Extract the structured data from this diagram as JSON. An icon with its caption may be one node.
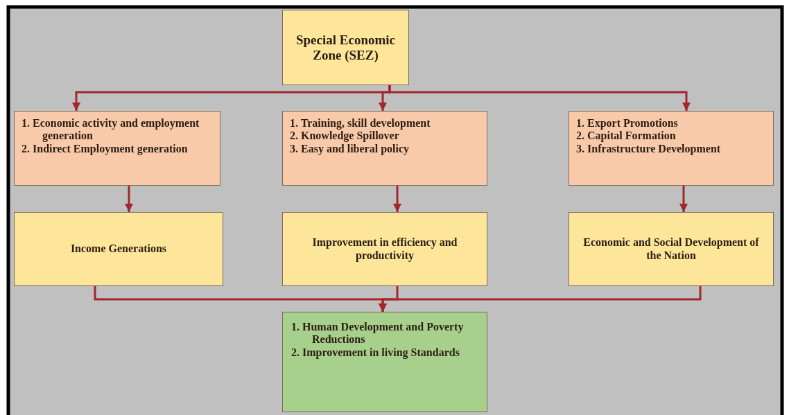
{
  "diagram": {
    "nodes": [
      {
        "text": [
          "Special Economic Zone (SEZ)"
        ]
      },
      {
        "text": [
          "1. Economic activity and employment generation",
          "2. Indirect Employment generation"
        ]
      },
      {
        "text": [
          "1. Training, skill development",
          "2. Knowledge Spillover",
          "3. Easy and liberal policy"
        ]
      },
      {
        "text": [
          "1. Export Promotions",
          "2. Capital Formation",
          "3. Infrastructure Development"
        ]
      },
      {
        "text": [
          "Income Generations"
        ]
      },
      {
        "text": [
          "Improvement in efficiency and productivity"
        ]
      },
      {
        "text": [
          "Economic and Social Development of the Nation"
        ]
      },
      {
        "text": [
          "1. Human Development and Poverty Reductions",
          "2. Improvement in living Standards"
        ]
      }
    ],
    "edges": [
      {
        "from": 0,
        "to": 1,
        "arrow": "to"
      },
      {
        "from": 0,
        "to": 2,
        "arrow": "to"
      },
      {
        "from": 0,
        "to": 3,
        "arrow": "to"
      },
      {
        "from": 1,
        "to": 4,
        "arrow": "to"
      },
      {
        "from": 2,
        "to": 5,
        "arrow": "to"
      },
      {
        "from": 3,
        "to": 6,
        "arrow": "to"
      },
      {
        "from": 4,
        "to": 7,
        "arrow": "to"
      },
      {
        "from": 5,
        "to": 7,
        "arrow": "to"
      },
      {
        "from": 6,
        "to": 7,
        "arrow": "to"
      }
    ]
  }
}
